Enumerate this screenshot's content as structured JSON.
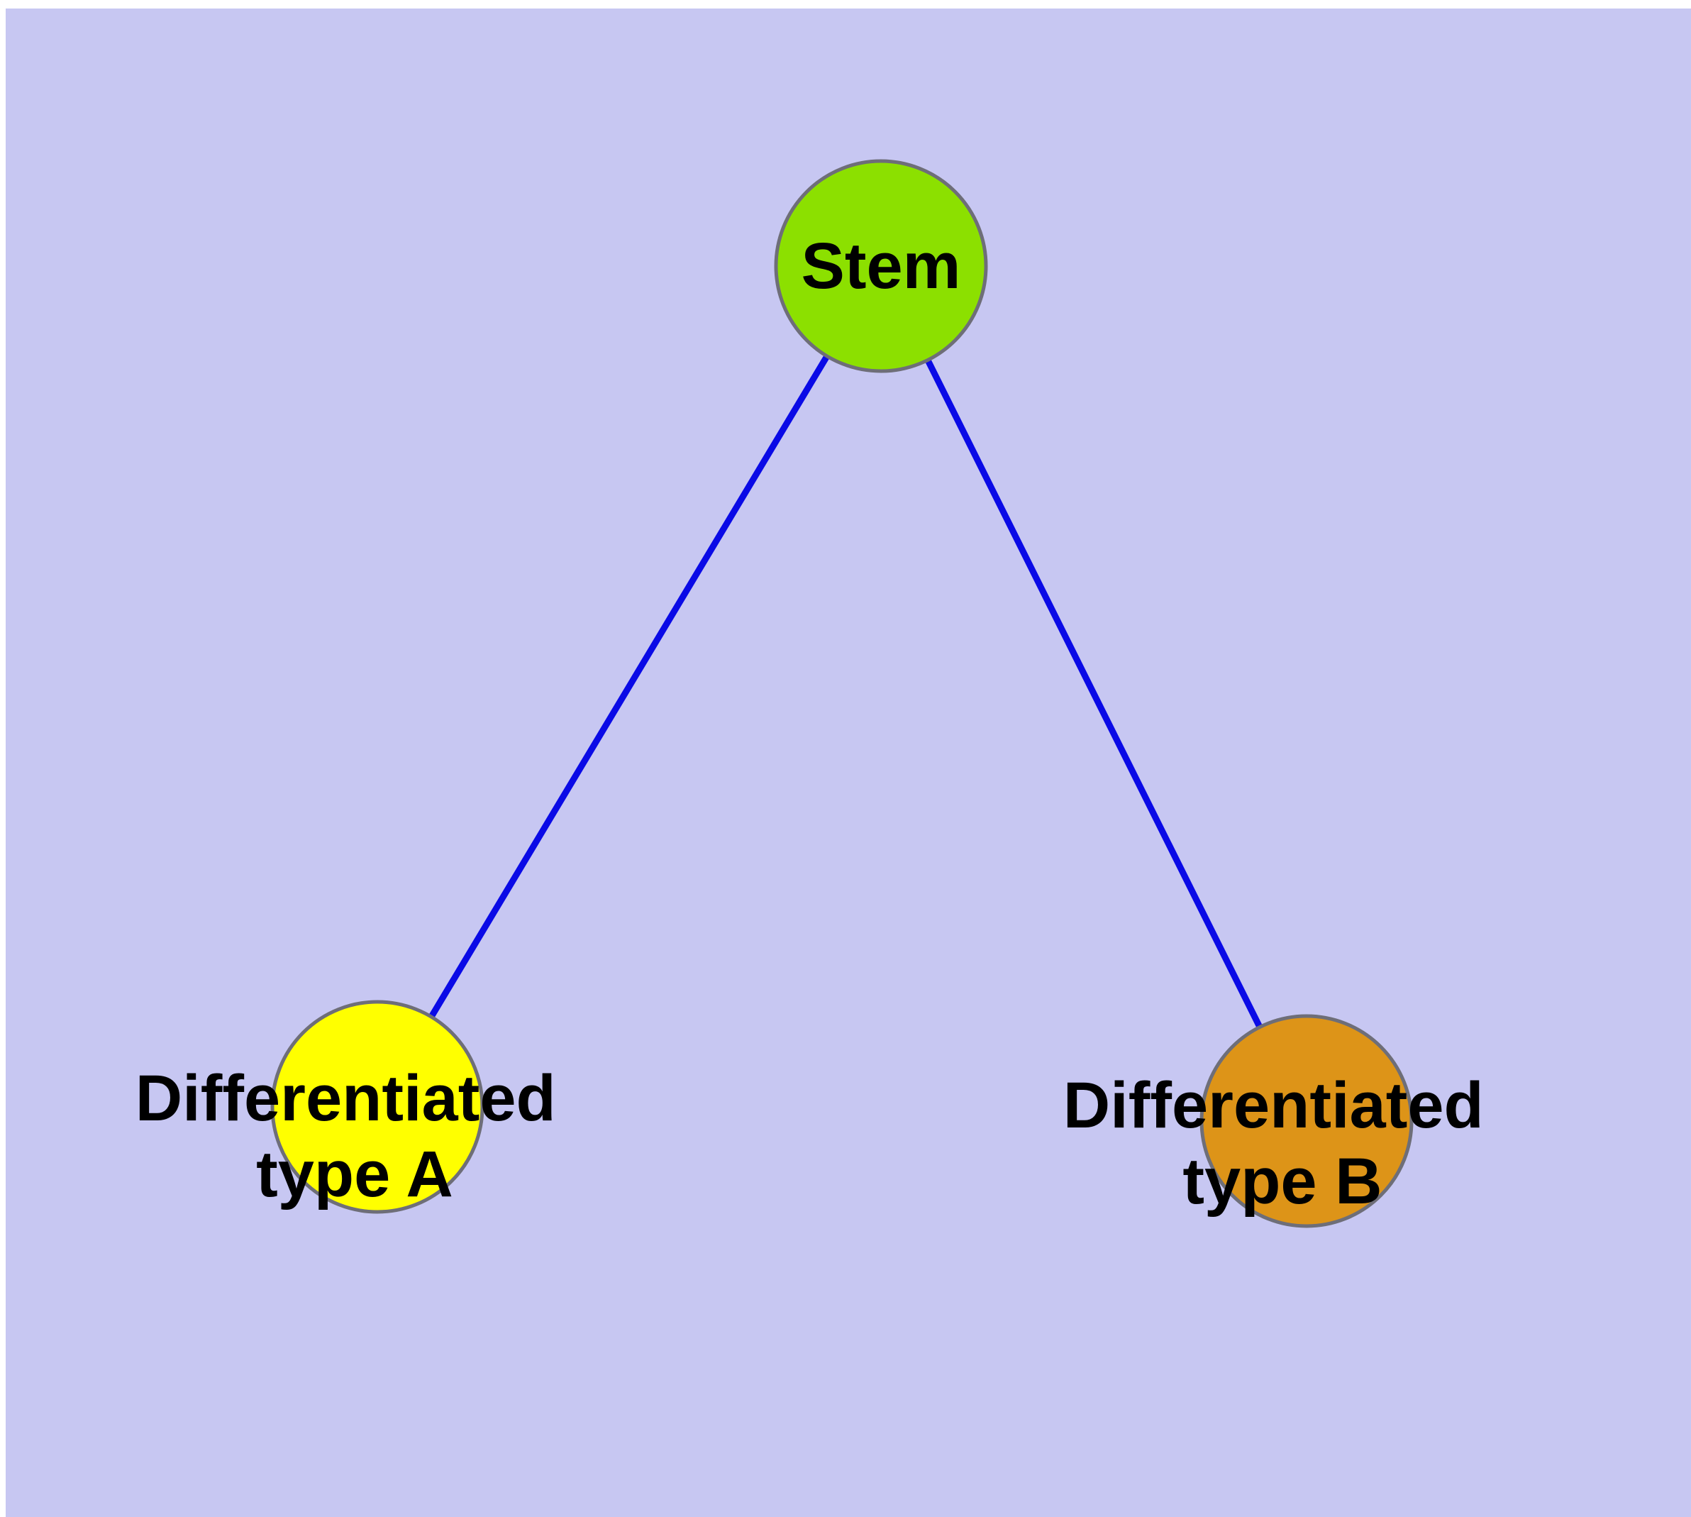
{
  "diagram": {
    "type": "graph",
    "description": "Stem cell differentiation graph with one root node and two differentiated child nodes",
    "background_color": "#C7C7F2",
    "edge_color": "#0A0AE6",
    "node_stroke_color": "#6E6E78",
    "nodes": [
      {
        "id": "stem",
        "label": "Stem",
        "fill": "#8CE000"
      },
      {
        "id": "type-a",
        "label_line1": "Differentiated",
        "label_line2": "type A",
        "fill": "#FFFF00"
      },
      {
        "id": "type-b",
        "label_line1": "Differentiated",
        "label_line2": "type B",
        "fill": "#DD9418"
      }
    ],
    "edges": [
      {
        "from": "stem",
        "to": "type-a"
      },
      {
        "from": "stem",
        "to": "type-b"
      }
    ]
  }
}
